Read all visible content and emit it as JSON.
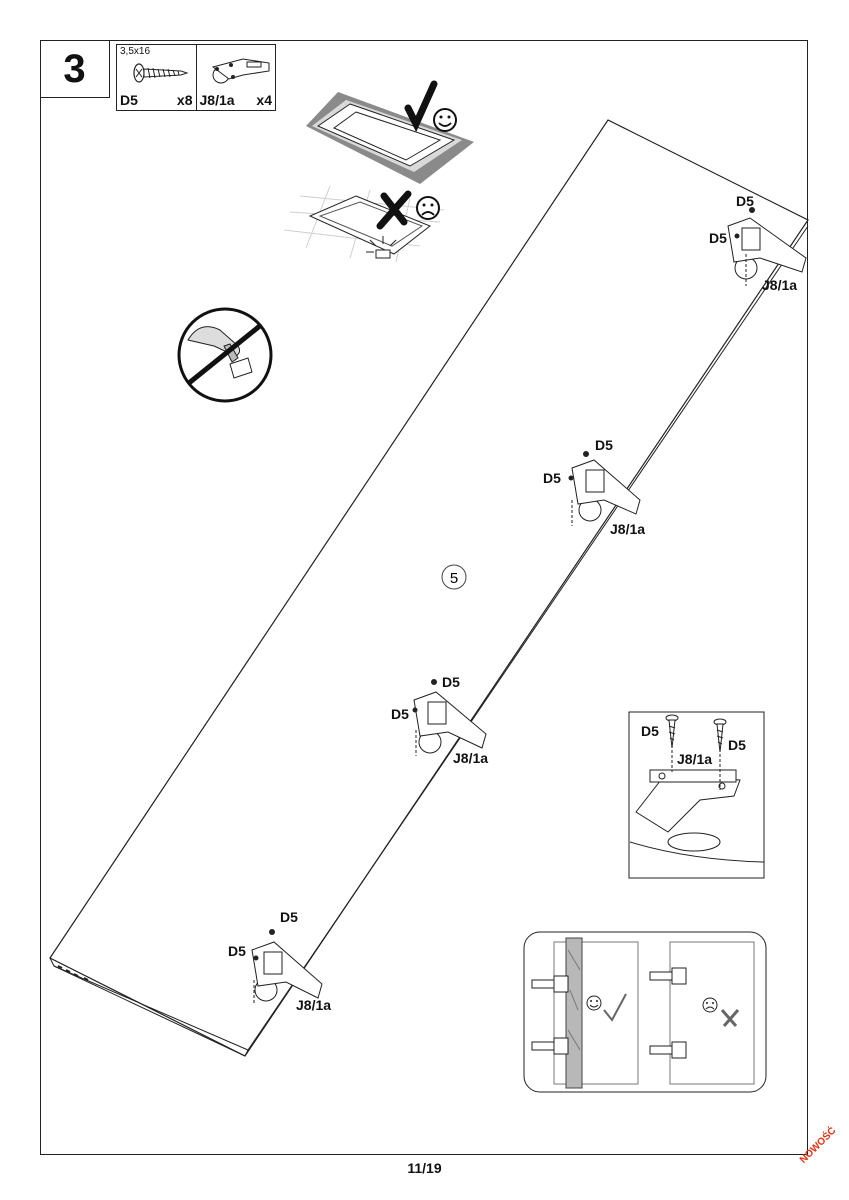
{
  "step": "3",
  "parts": [
    {
      "size": "3,5x16",
      "code": "D5",
      "qty": "x8",
      "icon": "screw-icon"
    },
    {
      "size": "",
      "code": "J8/1a",
      "qty": "x4",
      "icon": "hinge-icon"
    }
  ],
  "panel_label": "5",
  "hinge_labels": {
    "screw": "D5",
    "hinge": "J8/1a"
  },
  "detail_labels": {
    "screw_left": "D5",
    "screw_right": "D5",
    "hinge": "J8/1a"
  },
  "page": "11/19",
  "stamp": "NOWOŚĆ"
}
